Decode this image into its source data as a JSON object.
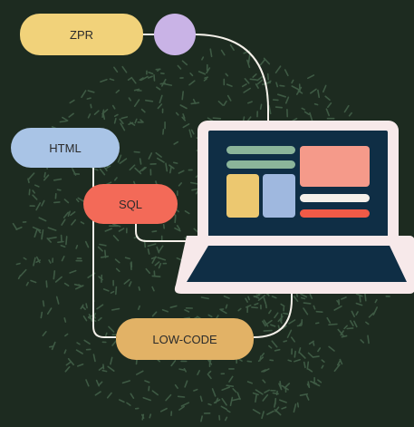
{
  "labels": {
    "zpr": "ZPR",
    "html": "HTML",
    "sql": "SQL",
    "low_code": "LOW-CODE"
  },
  "colors": {
    "background": "#1d2b20",
    "texture_dots": "#3e5a44",
    "connector": "#f5f1ea",
    "zpr_pill": "#f1d27a",
    "html_pill": "#a9c4e6",
    "sql_pill": "#f36a58",
    "low_code_pill": "#e2b266",
    "node_circle": "#c9b3e6",
    "laptop_frame": "#f7e9ea",
    "laptop_screen": "#0f2e45",
    "ui_green": "#8bb59a",
    "ui_yellow": "#ecc870",
    "ui_blue": "#9fb8df",
    "ui_salmon": "#f59a8a",
    "ui_white": "#f4f0ea",
    "ui_red": "#f05a47"
  },
  "icons": [
    "laptop-icon",
    "connector-node-icon"
  ]
}
